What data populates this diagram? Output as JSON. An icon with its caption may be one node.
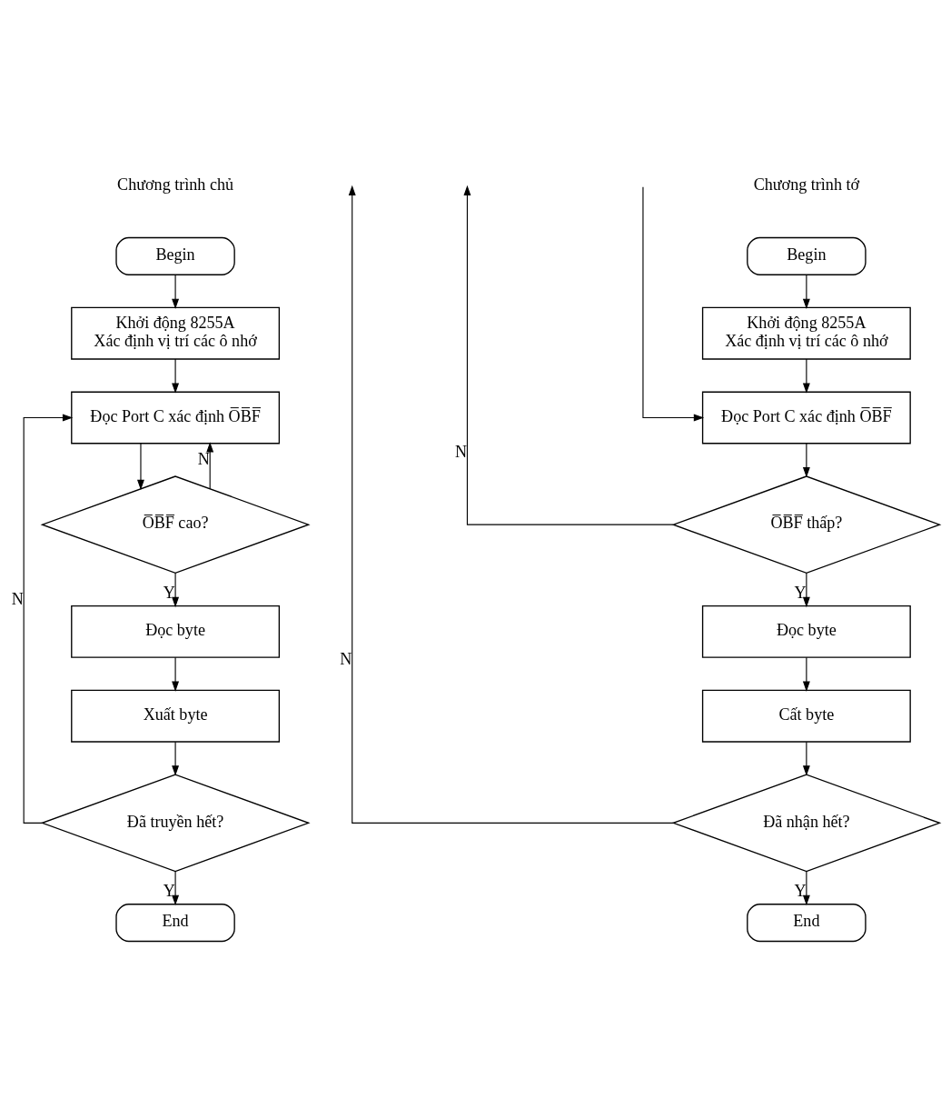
{
  "diagram": {
    "nodes": [
      {
        "text": [
          "Begin"
        ]
      },
      {
        "text": [
          "Khởi động 8255A",
          "Xác định vị trí các ô nhớ"
        ]
      },
      {
        "text": [
          "Đọc Port C xác định O̅B̅F̅"
        ]
      },
      {
        "text": [
          "O̅B̅F̅ cao?"
        ]
      },
      {
        "text": [
          "Đọc byte"
        ]
      },
      {
        "text": [
          "Xuất byte"
        ]
      },
      {
        "text": [
          "Đã truyền hết?"
        ]
      },
      {
        "text": [
          "End"
        ]
      },
      {
        "text": [
          "Begin"
        ]
      },
      {
        "text": [
          "Khởi động 8255A",
          "Xác định vị trí các ô nhớ"
        ]
      },
      {
        "text": [
          "Đọc Port C xác định O̅B̅F̅"
        ]
      },
      {
        "text": [
          "O̅B̅F̅ thấp?"
        ]
      },
      {
        "text": [
          "Đọc byte"
        ]
      },
      {
        "text": [
          "Cất byte"
        ]
      },
      {
        "text": [
          "Đã nhận hết?"
        ]
      },
      {
        "text": [
          "End"
        ]
      }
    ],
    "edges": [
      {
        "from": 0,
        "to": 1,
        "arrow": "to"
      },
      {
        "from": 1,
        "to": 2,
        "arrow": "to"
      },
      {
        "from": 2,
        "to": 3,
        "arrow": "to"
      },
      {
        "from": 3,
        "to": 4,
        "arrow": "to",
        "label": "Y"
      },
      {
        "from": 4,
        "to": 5,
        "arrow": "to"
      },
      {
        "from": 5,
        "to": 6,
        "arrow": "to"
      },
      {
        "from": 6,
        "to": 7,
        "arrow": "to",
        "label": "Y"
      },
      {
        "from": 3,
        "to": 2,
        "arrow": "to",
        "label": "N"
      },
      {
        "from": 6,
        "to": 2,
        "arrow": "to",
        "label": "N"
      },
      {
        "from": 8,
        "to": 9,
        "arrow": "to"
      },
      {
        "from": 9,
        "to": 10,
        "arrow": "to"
      },
      {
        "from": 10,
        "to": 11,
        "arrow": "to"
      },
      {
        "from": 11,
        "to": 12,
        "arrow": "to",
        "label": "Y"
      },
      {
        "from": 12,
        "to": 13,
        "arrow": "to"
      },
      {
        "from": 13,
        "to": 14,
        "arrow": "to"
      },
      {
        "from": 14,
        "to": 15,
        "arrow": "to",
        "label": "Y"
      },
      {
        "from": 11,
        "to": null,
        "arrow": "to",
        "label": "N"
      },
      {
        "from": 14,
        "to": null,
        "arrow": "to",
        "label": "N"
      },
      {
        "from": null,
        "to": 10,
        "arrow": "to"
      }
    ],
    "labels": [
      "Chương trình chủ",
      "Chương trình tớ"
    ]
  }
}
